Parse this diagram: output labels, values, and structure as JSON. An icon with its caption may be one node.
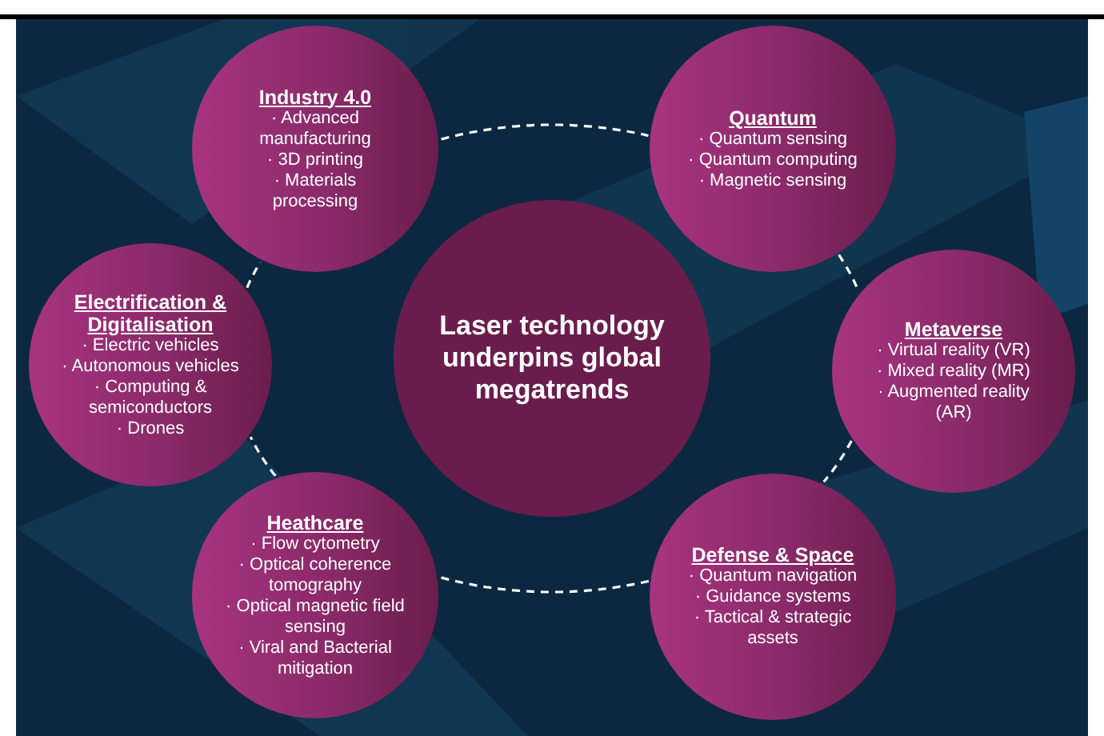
{
  "diagram": {
    "nodes": [
      {
        "text": [
          "Laser technology underpins global megatrends"
        ]
      },
      {
        "text": [
          "Industry 4.0",
          "· Advanced manufacturing",
          "· 3D printing",
          "· Materials processing"
        ]
      },
      {
        "text": [
          "Quantum",
          "· Quantum sensing",
          "· Quantum computing",
          "· Magnetic sensing"
        ]
      },
      {
        "text": [
          "Electrification & Digitalisation",
          "· Electric vehicles",
          "· Autonomous vehicles",
          "· Computing & semiconductors",
          "· Drones"
        ]
      },
      {
        "text": [
          "Metaverse",
          "· Virtual reality (VR)",
          "· Mixed reality (MR)",
          "· Augmented reality (AR)"
        ]
      },
      {
        "text": [
          "Heathcare",
          "· Flow cytometry",
          "· Optical coherence tomography",
          "· Optical magnetic field sensing",
          "· Viral and Bacterial mitigation"
        ]
      },
      {
        "text": [
          "Defense & Space",
          "· Quantum navigation",
          "· Guidance systems",
          "· Tactical & strategic assets"
        ]
      }
    ],
    "edges": [
      {
        "from": 1,
        "to": 2,
        "arrow": "none",
        "style": "dashed"
      },
      {
        "from": 2,
        "to": 4,
        "arrow": "none",
        "style": "dashed"
      },
      {
        "from": 4,
        "to": 6,
        "arrow": "none",
        "style": "dashed"
      },
      {
        "from": 6,
        "to": 5,
        "arrow": "none",
        "style": "dashed"
      },
      {
        "from": 5,
        "to": 3,
        "arrow": "none",
        "style": "dashed"
      },
      {
        "from": 3,
        "to": 1,
        "arrow": "none",
        "style": "dashed"
      }
    ]
  }
}
